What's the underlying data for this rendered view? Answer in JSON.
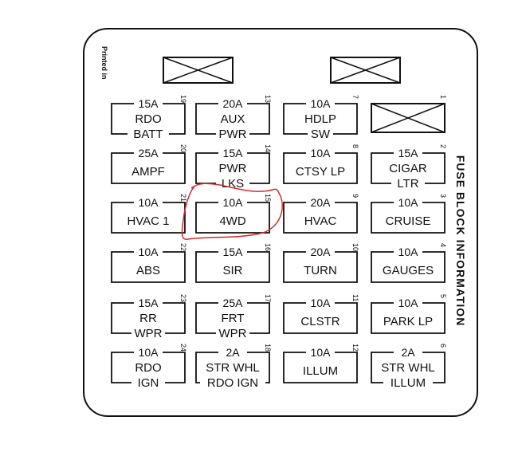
{
  "side_title": "FUSE BLOCK INFORMATION",
  "printed_note": "Printed in",
  "annotation_color": "#d42a2a",
  "fuses": [
    {
      "num": "19",
      "amp": "15A",
      "lines": [
        "RDO",
        "BATT"
      ]
    },
    {
      "num": "13",
      "amp": "20A",
      "lines": [
        "AUX",
        "PWR"
      ]
    },
    {
      "num": "7",
      "amp": "10A",
      "lines": [
        "HDLP",
        "SW"
      ]
    },
    {
      "num": "1",
      "amp": "",
      "lines": []
    },
    {
      "num": "20",
      "amp": "25A",
      "lines": [
        "AMPF"
      ]
    },
    {
      "num": "14",
      "amp": "15A",
      "lines": [
        "PWR",
        "LKS"
      ]
    },
    {
      "num": "8",
      "amp": "10A",
      "lines": [
        "CTSY LP"
      ]
    },
    {
      "num": "2",
      "amp": "15A",
      "lines": [
        "CIGAR",
        "LTR"
      ]
    },
    {
      "num": "21",
      "amp": "10A",
      "lines": [
        "HVAC 1"
      ]
    },
    {
      "num": "15",
      "amp": "10A",
      "lines": [
        "4WD"
      ]
    },
    {
      "num": "9",
      "amp": "20A",
      "lines": [
        "HVAC"
      ]
    },
    {
      "num": "3",
      "amp": "10A",
      "lines": [
        "CRUISE"
      ]
    },
    {
      "num": "22",
      "amp": "10A",
      "lines": [
        "ABS"
      ]
    },
    {
      "num": "16",
      "amp": "15A",
      "lines": [
        "SIR"
      ]
    },
    {
      "num": "10",
      "amp": "20A",
      "lines": [
        "TURN"
      ]
    },
    {
      "num": "4",
      "amp": "10A",
      "lines": [
        "GAUGES"
      ]
    },
    {
      "num": "23",
      "amp": "15A",
      "lines": [
        "RR",
        "WPR"
      ]
    },
    {
      "num": "17",
      "amp": "25A",
      "lines": [
        "FRT",
        "WPR"
      ]
    },
    {
      "num": "11",
      "amp": "10A",
      "lines": [
        "CLSTR"
      ]
    },
    {
      "num": "5",
      "amp": "10A",
      "lines": [
        "PARK LP"
      ]
    },
    {
      "num": "24",
      "amp": "10A",
      "lines": [
        "RDO",
        "IGN"
      ]
    },
    {
      "num": "18",
      "amp": "2A",
      "lines": [
        "STR WHL",
        "RDO IGN"
      ]
    },
    {
      "num": "12",
      "amp": "10A",
      "lines": [
        "ILLUM"
      ]
    },
    {
      "num": "6",
      "amp": "2A",
      "lines": [
        "STR WHL",
        "ILLUM"
      ]
    }
  ]
}
